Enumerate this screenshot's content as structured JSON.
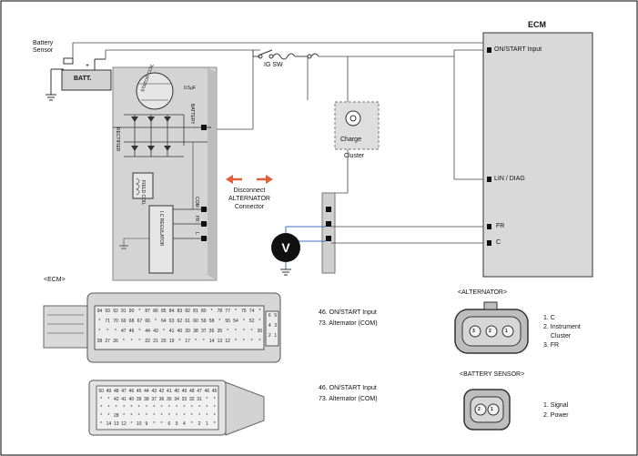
{
  "diagram": {
    "ecm_box": {
      "title": "ECM",
      "pins": [
        "ON/START Input",
        "LIN / DIAG",
        "FR",
        "C"
      ]
    },
    "left_top": {
      "battery_sensor_label": "Battery\nSensor",
      "battery_label": "BATT.",
      "ig_sw_label": "IG SW"
    },
    "alternator_internal": {
      "stator_label": "STATOR COIL",
      "battery_tag": "BATTERY",
      "rectifier_label": "RECTIFIER",
      "field_coil_label": "FIELD COIL",
      "ic_regulator_label": "I.C REGULATOR",
      "cap_label": "0.5µF",
      "terminals": [
        "COM",
        "FR",
        "L"
      ]
    },
    "cluster": {
      "lamp_label": "Charge",
      "cluster_label": "Cluster"
    },
    "note": {
      "line1": "Disconnect",
      "line2": "ALTERNATOR",
      "line3": "Connector"
    },
    "voltmeter_symbol": "V",
    "ecm_connector": {
      "title": "<ECM>",
      "legend": [
        "46. ON/START Input",
        "73. Alternator (COM)"
      ],
      "row1": [
        "94",
        "93",
        "92",
        "91",
        "90",
        "*",
        "87",
        "86",
        "85",
        "84",
        "83",
        "82",
        "81",
        "80",
        "*",
        "78",
        "77",
        "*",
        "75",
        "74",
        "*"
      ],
      "row2": [
        "*",
        "71",
        "70",
        "69",
        "68",
        "67",
        "66",
        "*",
        "64",
        "63",
        "62",
        "61",
        "60",
        "59",
        "58",
        "*",
        "55",
        "54",
        "*",
        "52",
        "*"
      ],
      "row3": [
        "*",
        "*",
        "*",
        "47",
        "46",
        "*",
        "44",
        "43",
        "*",
        "41",
        "40",
        "39",
        "38",
        "37",
        "36",
        "35",
        "*",
        "*",
        "*",
        "*",
        "30"
      ],
      "row4": [
        "28",
        "27",
        "26",
        "*",
        "*",
        "*",
        "22",
        "21",
        "20",
        "19",
        "*",
        "17",
        "*",
        "*",
        "14",
        "13",
        "12",
        "*",
        "*",
        "*",
        "*"
      ],
      "side": [
        "6",
        "5",
        "4",
        "3",
        "2",
        "1"
      ]
    },
    "ecm_connector2": {
      "legend": [
        "46. ON/START Input",
        "73. Alternator (COM)"
      ],
      "row1": [
        "50",
        "49",
        "48",
        "47",
        "46",
        "45",
        "44",
        "43",
        "42",
        "41",
        "40",
        "49",
        "48",
        "47",
        "46",
        "45"
      ],
      "row2": [
        "*",
        "*",
        "42",
        "41",
        "40",
        "39",
        "38",
        "37",
        "36",
        "35",
        "34",
        "33",
        "32",
        "31",
        "*",
        "*"
      ],
      "row3": [
        "*",
        "*",
        "*",
        "*",
        "*",
        "*",
        "*",
        "*",
        "*",
        "*",
        "*",
        "*",
        "*",
        "*",
        "*",
        "*"
      ],
      "row4": [
        "*",
        "*",
        "28",
        "*",
        "*",
        "*",
        "*",
        "*",
        "*",
        "*",
        "*",
        "*",
        "*",
        "*",
        "*",
        "*"
      ],
      "row5": [
        "*",
        "14",
        "13",
        "12",
        "*",
        "10",
        "9",
        "*",
        "*",
        "6",
        "5",
        "4",
        "*",
        "2",
        "1",
        "*"
      ]
    },
    "alternator_connector": {
      "title": "<ALTERNATOR>",
      "pins": [
        "3",
        "2",
        "1"
      ],
      "legend": [
        "1. C",
        "2. Instrument",
        "Cluster",
        "3. FR"
      ]
    },
    "battery_sensor_connector": {
      "title": "<BATTERY SENSOR>",
      "pins": [
        "2",
        "1"
      ],
      "legend": [
        "1. Signal",
        "2. Power"
      ]
    }
  },
  "colors": {
    "panel_gray": "#d7d7d7",
    "panel_gray_dark": "#c6c6c6",
    "arrow_red": "#e0603a",
    "wire_blue": "#3d6fbf",
    "connector_fill": "#cfcfcf"
  }
}
